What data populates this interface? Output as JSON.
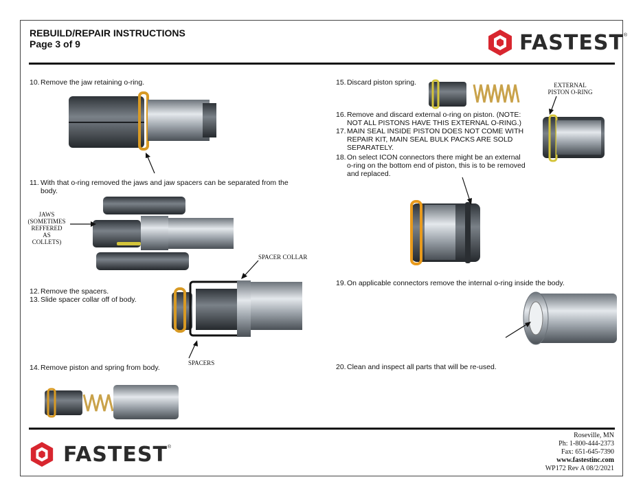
{
  "header": {
    "title": "REBUILD/REPAIR INSTRUCTIONS",
    "page": "Page 3 of 9",
    "brand": "FASTEST",
    "brand_color": "#d8262f"
  },
  "steps": [
    {
      "num": "10.",
      "text": "Remove the jaw retaining o-ring."
    },
    {
      "num": "11.",
      "text": "With that o-ring removed the jaws and jaw spacers can be separated from the"
    },
    {
      "num": "",
      "text": "body."
    },
    {
      "num": "12.",
      "text": "Remove the spacers."
    },
    {
      "num": "13.",
      "text": "Slide spacer collar off of body."
    },
    {
      "num": "14.",
      "text": "Remove piston and spring from body."
    },
    {
      "num": "15.",
      "text": "Discard piston spring."
    },
    {
      "num": "16.",
      "text": "Remove and discard external o-ring on piston. (NOTE:"
    },
    {
      "num": "",
      "text": "NOT ALL PISTONS HAVE THIS EXTERNAL O-RING.)"
    },
    {
      "num": "17.",
      "text": "MAIN SEAL INSIDE PISTON DOES NOT COME WITH"
    },
    {
      "num": "",
      "text": "REPAIR KIT, MAIN SEAL BULK PACKS ARE SOLD"
    },
    {
      "num": "",
      "text": "SEPARATELY."
    },
    {
      "num": "18.",
      "text": "On select ICON connectors there might be an external"
    },
    {
      "num": "",
      "text": "o-ring on the bottom end of piston, this is to be removed"
    },
    {
      "num": "",
      "text": "and replaced."
    },
    {
      "num": "19.",
      "text": "On applicable connectors remove the internal o-ring inside the body."
    },
    {
      "num": "20.",
      "text": "Clean and inspect all parts that will be re-used."
    }
  ],
  "labels": {
    "jaws": [
      "JAWS",
      "(SOMETIMES",
      "REFFERED",
      "AS",
      "COLLETS)"
    ],
    "spacer_collar": "SPACER COLLAR",
    "spacers": "SPACERS",
    "external_oring": [
      "EXTERNAL",
      "PISTON O-RING"
    ]
  },
  "footer": {
    "brand": "FASTEST",
    "city": "Roseville, MN",
    "phone": "Ph: 1-800-444-2373",
    "fax": "Fax: 651-645-7390",
    "web": "www.fastestinc.com",
    "doc": "WP172  Rev A   08/2/2021"
  },
  "colors": {
    "oring": "#d89a24",
    "metal": "#9aa1a8",
    "dark_metal": "#4c5258",
    "spring": "#c9a24a"
  }
}
